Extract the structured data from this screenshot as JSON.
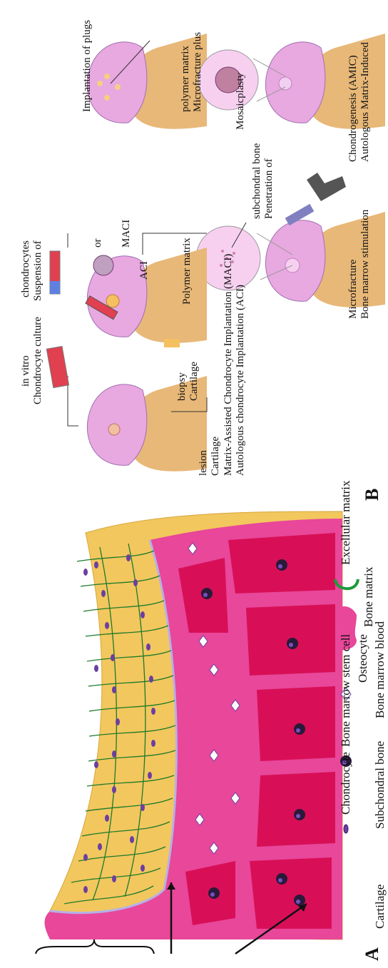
{
  "panel_a": {
    "letter": "A",
    "side_labels": {
      "cartilage": "Cartilage",
      "subchondral_bone": "Subchondral bone",
      "bone_marrow_blood": "Bone marrow blood"
    },
    "legend": [
      {
        "label": "Chondrocyte",
        "icon": "chondrocyte-icon"
      },
      {
        "label": "Bone marrow stem cell",
        "icon": "stem-cell-icon"
      },
      {
        "label": "Osteocyte",
        "icon": "osteocyte-icon"
      },
      {
        "label": "Bone matrix",
        "icon": "bone-matrix-icon"
      },
      {
        "label": "Excellular matrix",
        "icon": "extracellular-matrix-icon"
      }
    ],
    "colors": {
      "cartilage": "#f2c75e",
      "bone": "#e8479a",
      "marrow": "#d80f57",
      "cell": "#6b3fa0",
      "matrix": "#1e9a3a"
    }
  },
  "panel_b": {
    "letter": "B",
    "microfracture": {
      "title_1": "Bone marrow stimulation",
      "title_2": "Microfracture",
      "callout": [
        "Penetration of",
        "subchondral bone"
      ]
    },
    "aci": {
      "title_1": "Autologous chondrocyte Implantation (ACI)",
      "title_2": "Matrix-Assisted Chondrocyte Implantation (MACI)",
      "cartilage_lesion": [
        "Cartilage",
        "lesion"
      ],
      "cartilage_biopsy": [
        "Cartilage",
        "biopsy"
      ],
      "culture": [
        "Chondrocyte culture",
        "in vitro"
      ],
      "polymer_matrix": "Polymer matrix",
      "aci_label": "ACI",
      "maci_label": "MACI",
      "or_label": "or",
      "suspension": [
        "Suspension of",
        "chondrocytes"
      ]
    },
    "mosaicplasty": {
      "title": "Mosaicplasty",
      "callout": "Implantation of plugs"
    },
    "amic": {
      "title_1": "Autologous Matrix-Induced",
      "title_2": "Chondrogenesis (AMIC)",
      "callout": [
        "Microfracture plus",
        "polymer matrix"
      ]
    }
  }
}
